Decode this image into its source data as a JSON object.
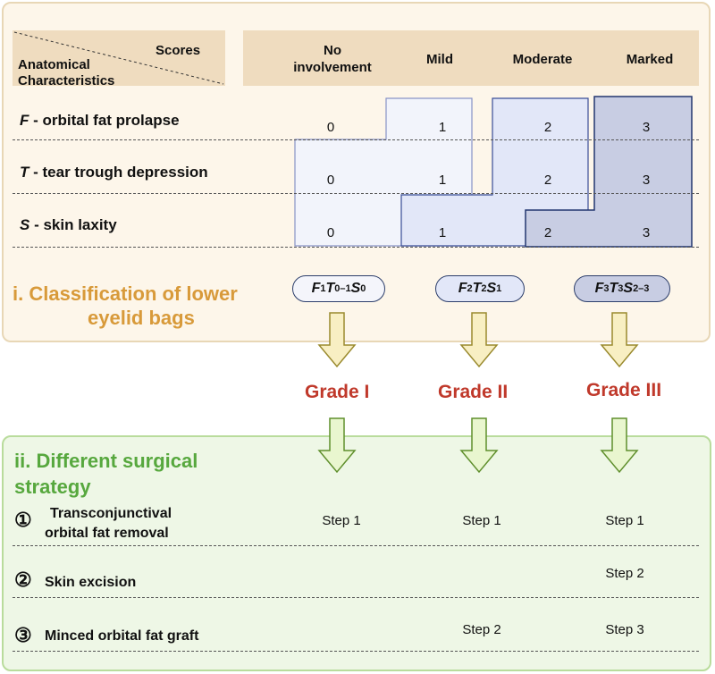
{
  "header": {
    "corner_top": "Scores",
    "corner_bottom_line1": "Anatomical",
    "corner_bottom_line2": "Characteristics",
    "col_none_line1": "No",
    "col_none_line2": "involvement",
    "col_mild": "Mild",
    "col_moderate": "Moderate",
    "col_marked": "Marked"
  },
  "rows": [
    {
      "letter": "F",
      "label": " - orbital fat prolapse",
      "scores": [
        "0",
        "1",
        "2",
        "3"
      ]
    },
    {
      "letter": "T",
      "label": " - tear trough depression",
      "scores": [
        "0",
        "1",
        "2",
        "3"
      ]
    },
    {
      "letter": "S",
      "label": " - skin laxity",
      "scores": [
        "0",
        "1",
        "2",
        "3"
      ]
    }
  ],
  "classification": {
    "title_line1": "i. Classification of lower",
    "title_line2": "eyelid bags",
    "pills": [
      {
        "F": "F",
        "f": "1",
        "T": "T",
        "t": "0–1",
        "S": "S",
        "s": "0"
      },
      {
        "F": "F",
        "f": "2",
        "T": "T",
        "t": "2",
        "S": "S",
        "s": "1"
      },
      {
        "F": "F",
        "f": "3",
        "T": "T",
        "t": "3",
        "S": "S",
        "s": "2–3"
      }
    ]
  },
  "grades": [
    "Grade I",
    "Grade II",
    "Grade III"
  ],
  "strategy": {
    "title_line1": "ii. Different surgical",
    "title_line2": "strategy",
    "steps": [
      {
        "num": "①",
        "label_line1": "Transconjunctival",
        "label_line2": "orbital fat removal",
        "values": [
          "Step 1",
          "Step 1",
          "Step 1"
        ]
      },
      {
        "num": "②",
        "label_line1": "Skin excision",
        "label_line2": "",
        "values": [
          "",
          "",
          "Step 2"
        ]
      },
      {
        "num": "③",
        "label_line1": "Minced orbital fat graft",
        "label_line2": "",
        "values": [
          "",
          "Step 2",
          "Step 3"
        ]
      }
    ]
  },
  "colors": {
    "panel_top": "#fdf6ea",
    "panel_bottom": "#eef7e6",
    "header": "#efdcbf",
    "grade": "#c0392b",
    "title_a": "#d89a3a",
    "title_b": "#57a83e",
    "arrow_top_fill": "#f8efc3",
    "arrow_top_stroke": "#9a8a2e",
    "arrow_bottom_fill": "#e9f6cf",
    "arrow_bottom_stroke": "#5f8f2c",
    "region_1": "#f2f4fb",
    "region_2": "#e2e7f8",
    "region_3": "#c8cde3"
  }
}
